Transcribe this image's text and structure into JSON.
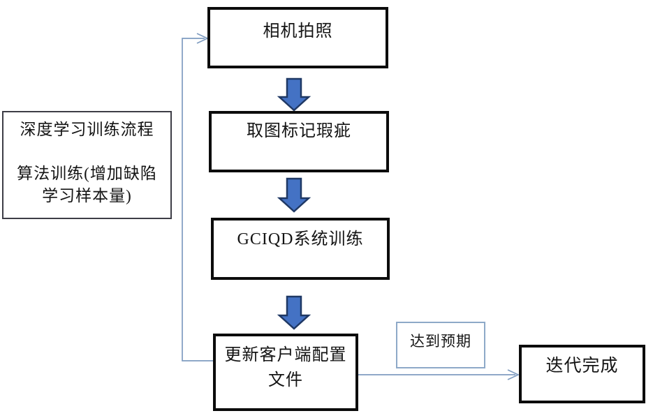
{
  "diagram": {
    "type": "flowchart",
    "nodes": {
      "camera": {
        "label": "相机拍照"
      },
      "mark_defects": {
        "label": "取图标记瑕疵"
      },
      "gciqd_training": {
        "label": "GCIQD系统训练"
      },
      "update_config": {
        "label": "更新客户端配置\n文件"
      },
      "process_note": {
        "label": "深度学习训练流程\n\n算法训练(增加缺陷\n学习样本量)"
      },
      "expectation": {
        "label": "达到预期"
      },
      "iteration_done": {
        "label": "迭代完成"
      }
    },
    "edges": [
      {
        "from": "camera",
        "to": "mark_defects",
        "style": "block-arrow"
      },
      {
        "from": "mark_defects",
        "to": "gciqd_training",
        "style": "block-arrow"
      },
      {
        "from": "gciqd_training",
        "to": "update_config",
        "style": "block-arrow"
      },
      {
        "from": "update_config",
        "to": "camera",
        "style": "feedback-line"
      },
      {
        "from": "update_config",
        "to": "iteration_done",
        "style": "line",
        "label": "达到预期"
      }
    ],
    "colors": {
      "box_border": "#0c0c0c",
      "note_border": "#3d3d46",
      "expect_border": "#8ea9c8",
      "connector": "#7f9cc0",
      "arrow_fill": "#4472c4",
      "arrow_stroke": "#1f3864",
      "text": "#141414",
      "background": "#ffffff"
    }
  }
}
